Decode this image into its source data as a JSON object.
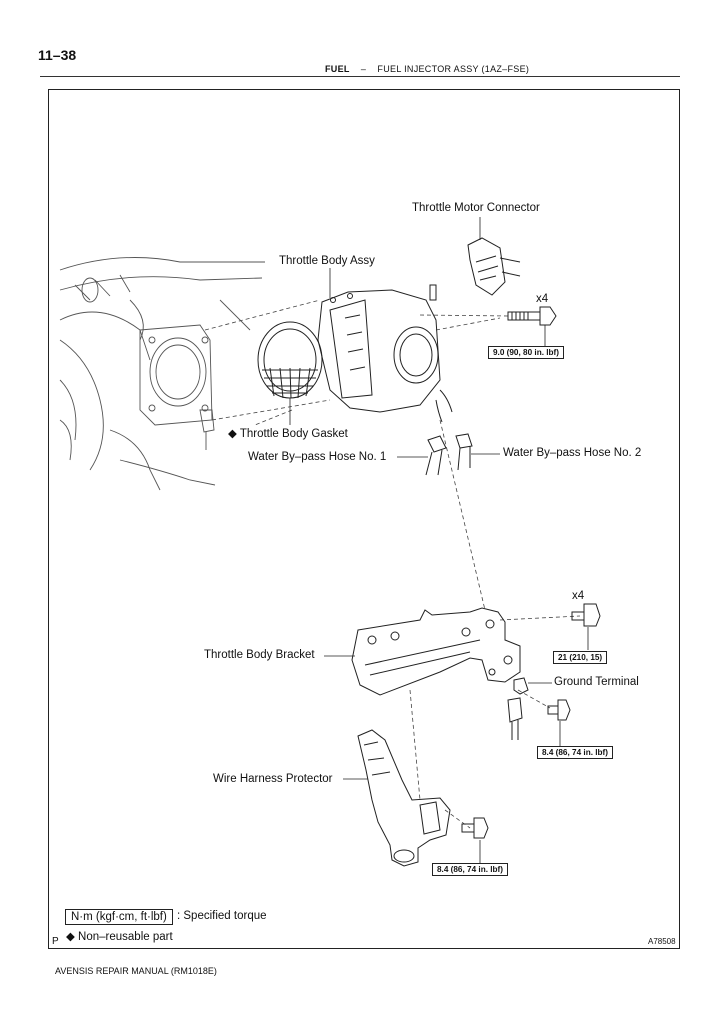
{
  "header": {
    "page_number": "11–38",
    "section": "FUEL",
    "separator": "–",
    "subsection": "FUEL INJECTOR ASSY (1AZ–FSE)"
  },
  "labels": {
    "throttle_motor_connector": "Throttle Motor Connector",
    "throttle_body_assy": "Throttle Body Assy",
    "throttle_body_gasket": "◆ Throttle Body Gasket",
    "water_bypass_hose_1": "Water By–pass Hose No. 1",
    "water_bypass_hose_2": "Water By–pass Hose No. 2",
    "throttle_body_bracket": "Throttle Body Bracket",
    "ground_terminal": "Ground Terminal",
    "wire_harness_protector": "Wire Harness Protector",
    "qty_bolts_top": "x4",
    "qty_bolts_bracket": "x4"
  },
  "torques": {
    "throttle_body": "9.0 (90, 80 in. lbf)",
    "bracket": "21 (210, 15)",
    "ground_terminal": "8.4 (86, 74 in. lbf)",
    "wire_harness": "8.4 (86, 74 in. lbf)"
  },
  "legend": {
    "unit_box": "N·m (kgf·cm, ft·lbf)",
    "unit_desc": ": Specified torque",
    "non_reusable": "◆ Non–reusable part"
  },
  "figure": {
    "corner_letter": "P",
    "figure_id": "A78508"
  },
  "footer": {
    "manual": "AVENSIS REPAIR MANUAL   (RM1018E)"
  }
}
